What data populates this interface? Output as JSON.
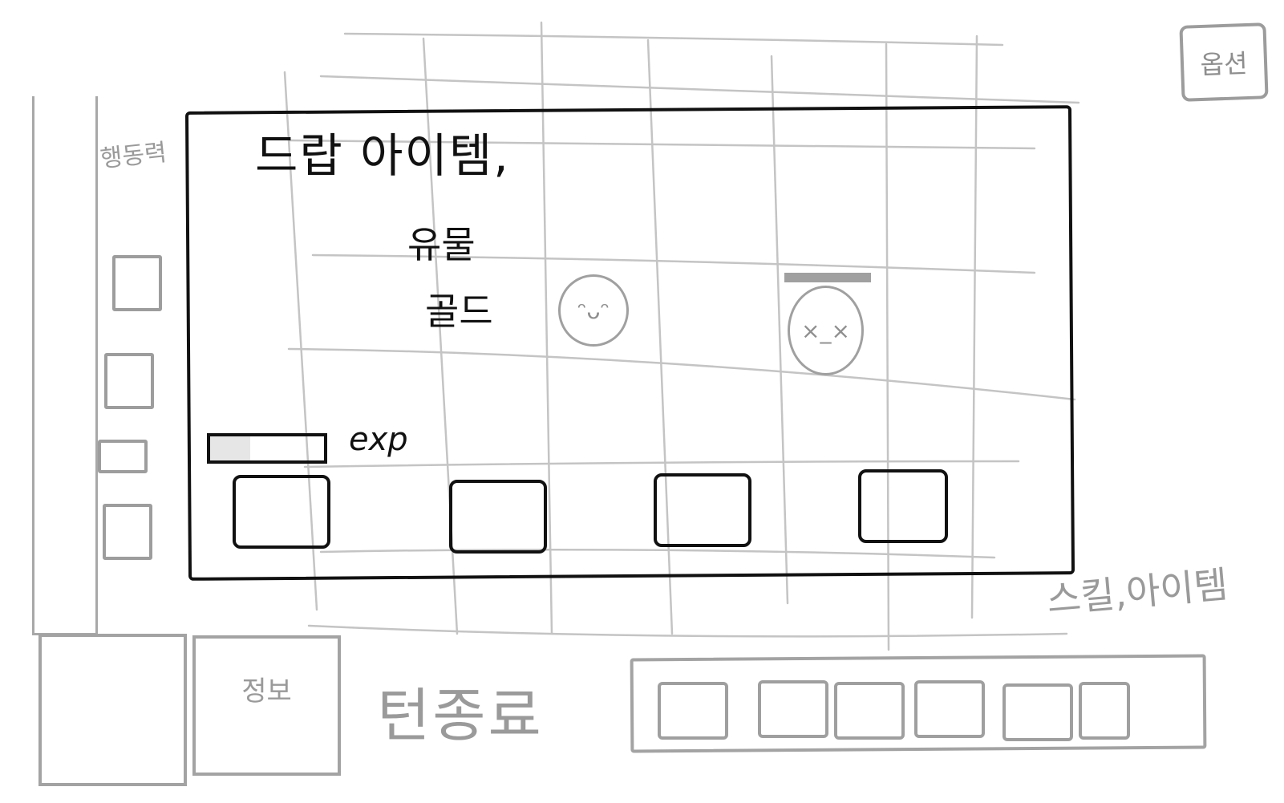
{
  "option": {
    "label": "옵션",
    "icon": "option-box"
  },
  "sidebar": {
    "label": "행동력",
    "slots": [
      {
        "icon": "empty-slot"
      },
      {
        "icon": "empty-slot"
      },
      {
        "icon": "empty-slot"
      },
      {
        "icon": "empty-slot"
      }
    ]
  },
  "drop": {
    "title": "드랍 아이템,",
    "relic_label": "유물",
    "gold_label": "골드",
    "exp_label": "exp",
    "exp_progress": 0.35,
    "slots": [
      {
        "icon": "empty-slot"
      },
      {
        "icon": "empty-slot"
      },
      {
        "icon": "empty-slot"
      },
      {
        "icon": "empty-slot"
      }
    ]
  },
  "board": {
    "enemies": [
      {
        "face": "ᵔᴗᵔ",
        "icon": "smile-face-icon",
        "has_hp_bar": false
      },
      {
        "face": "×_×",
        "icon": "dead-face-icon",
        "has_hp_bar": true,
        "hp": 1.0
      }
    ]
  },
  "bottom": {
    "info_label": "정보",
    "end_turn_label": "턴종료",
    "skill_label": "스킬,아이템",
    "skill_slots": [
      {},
      {},
      {},
      {},
      {},
      {}
    ]
  },
  "colors": {
    "sketch_gray": "#9a9a9a",
    "ink_black": "#111111",
    "grid_gray": "#c8c8c8"
  }
}
